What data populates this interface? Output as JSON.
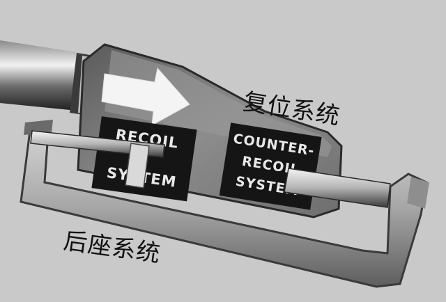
{
  "plates": {
    "recoil": {
      "line1": "RECOIL",
      "line2": "SYSTEM"
    },
    "counter": {
      "line1": "COUNTER-",
      "line2": "RECOIL",
      "line3": "SYSTEM"
    }
  },
  "labels": {
    "counter_recoil_cn": "复位系统",
    "recoil_cn": "后座系统"
  },
  "colors": {
    "background": "#c9c9c9",
    "plate": "#151515",
    "metal_dark": "#4a4a4a",
    "metal_light": "#d6d6d6"
  }
}
